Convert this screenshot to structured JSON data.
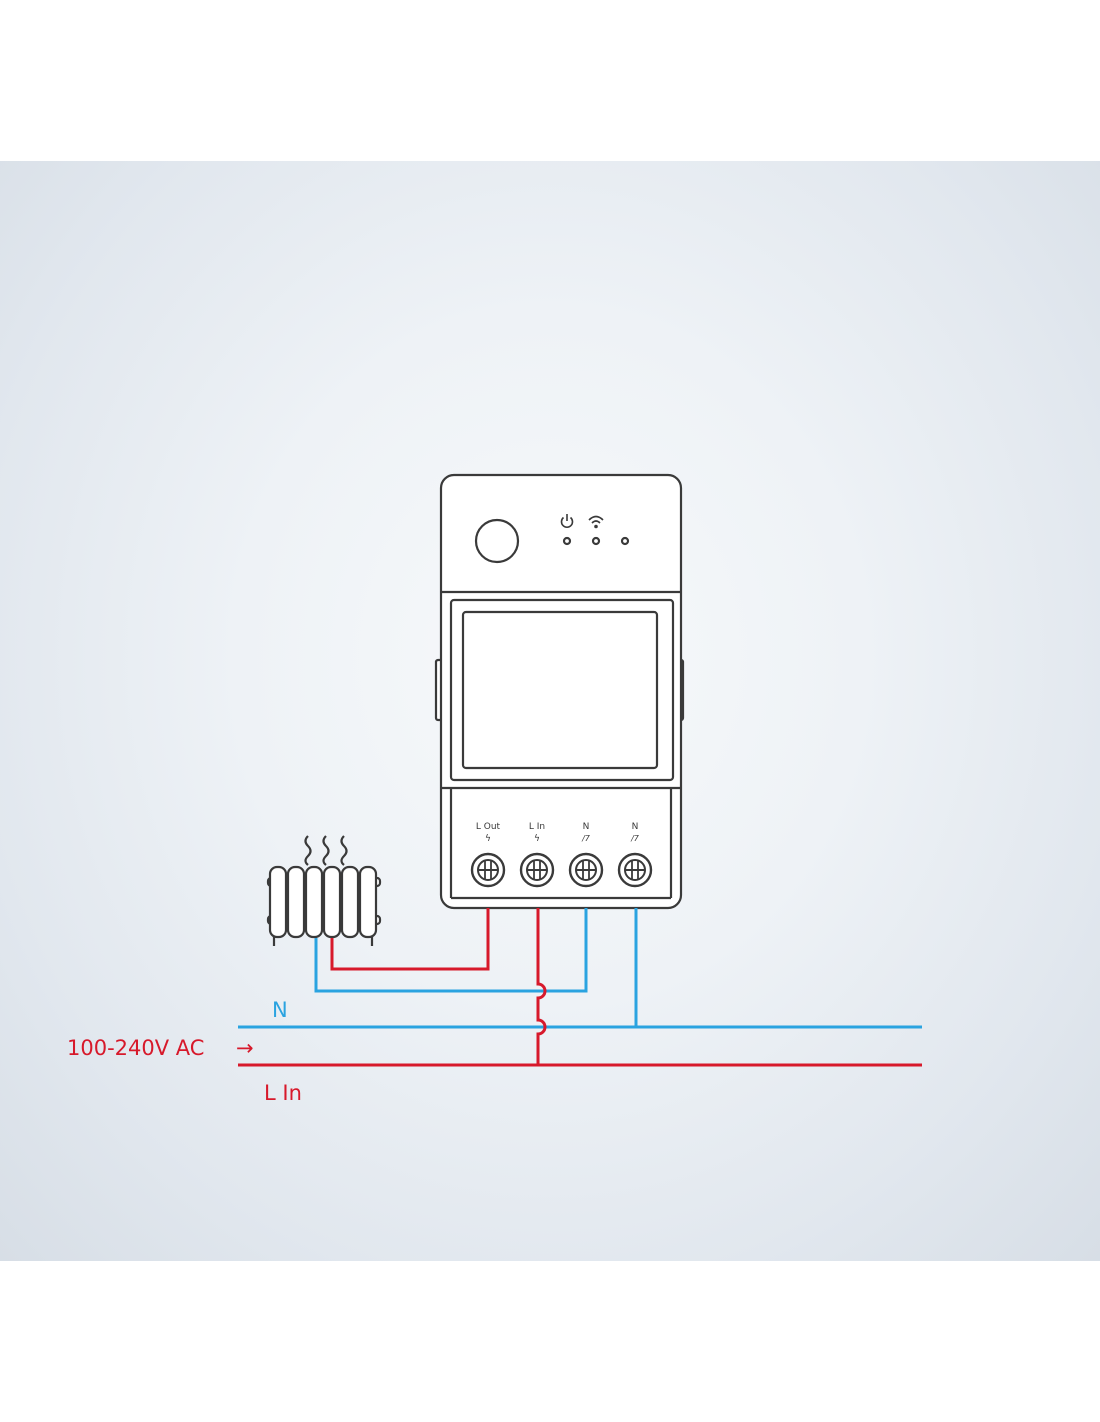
{
  "colors": {
    "live": "#d7192b",
    "neutral": "#2aa3e0",
    "outline": "#3a3a3a",
    "device_body": "#ffffff",
    "background": "#e8edf2"
  },
  "device": {
    "indicator_icons": [
      "power-icon",
      "wifi-icon"
    ],
    "terminals": [
      {
        "label": "L Out",
        "symbol": "ϟ"
      },
      {
        "label": "L In",
        "symbol": "ϟ"
      },
      {
        "label": "N",
        "symbol": "/7"
      },
      {
        "label": "N",
        "symbol": "/7"
      }
    ]
  },
  "load": {
    "icon": "heater-icon"
  },
  "lines": {
    "neutral_label": "N",
    "supply_label": "100-240V AC",
    "supply_arrow": "→",
    "live_label": "L In"
  }
}
